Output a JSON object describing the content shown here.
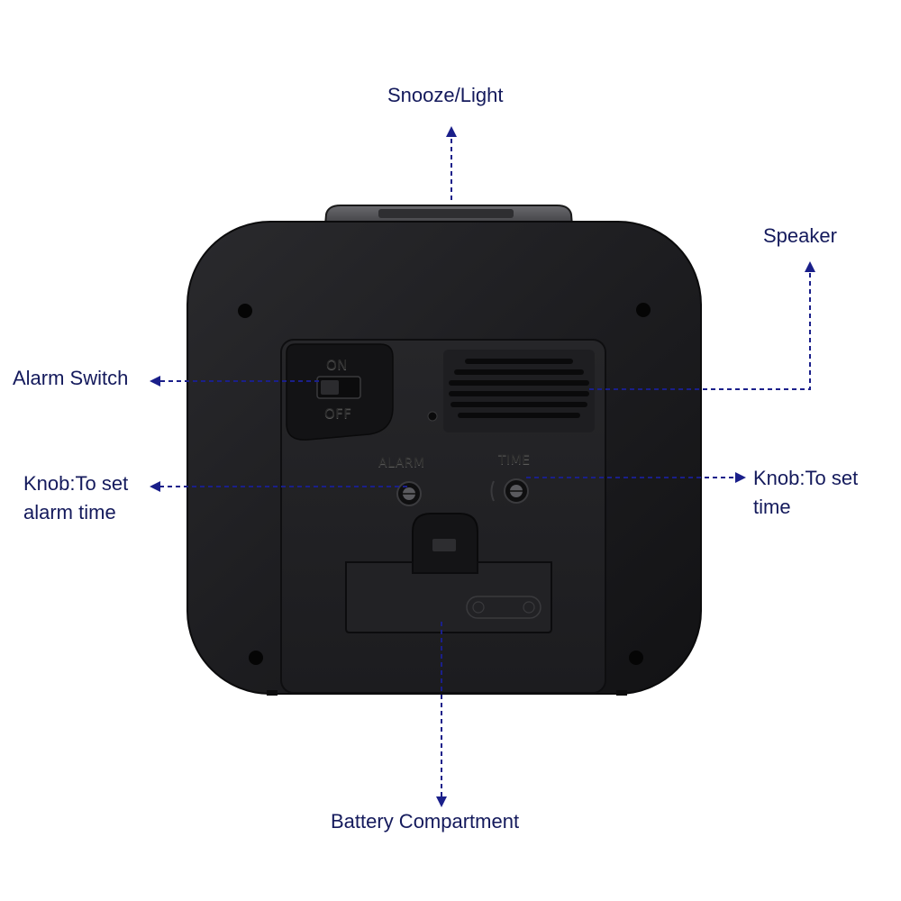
{
  "callouts": {
    "snooze_light": "Snooze/Light",
    "speaker": "Speaker",
    "alarm_switch": "Alarm Switch",
    "knob_alarm_line1": "Knob:To set",
    "knob_alarm_line2": "alarm time",
    "knob_time_line1": "Knob:To set",
    "knob_time_line2": "time",
    "battery": "Battery Compartment"
  },
  "device_markings": {
    "on": "ON",
    "off": "OFF",
    "alarm": "ALARM",
    "time": "TIME"
  },
  "colors": {
    "callout_text": "#141a5c",
    "callout_line": "#1a1f8a",
    "device_body": "#1c1c1e"
  }
}
